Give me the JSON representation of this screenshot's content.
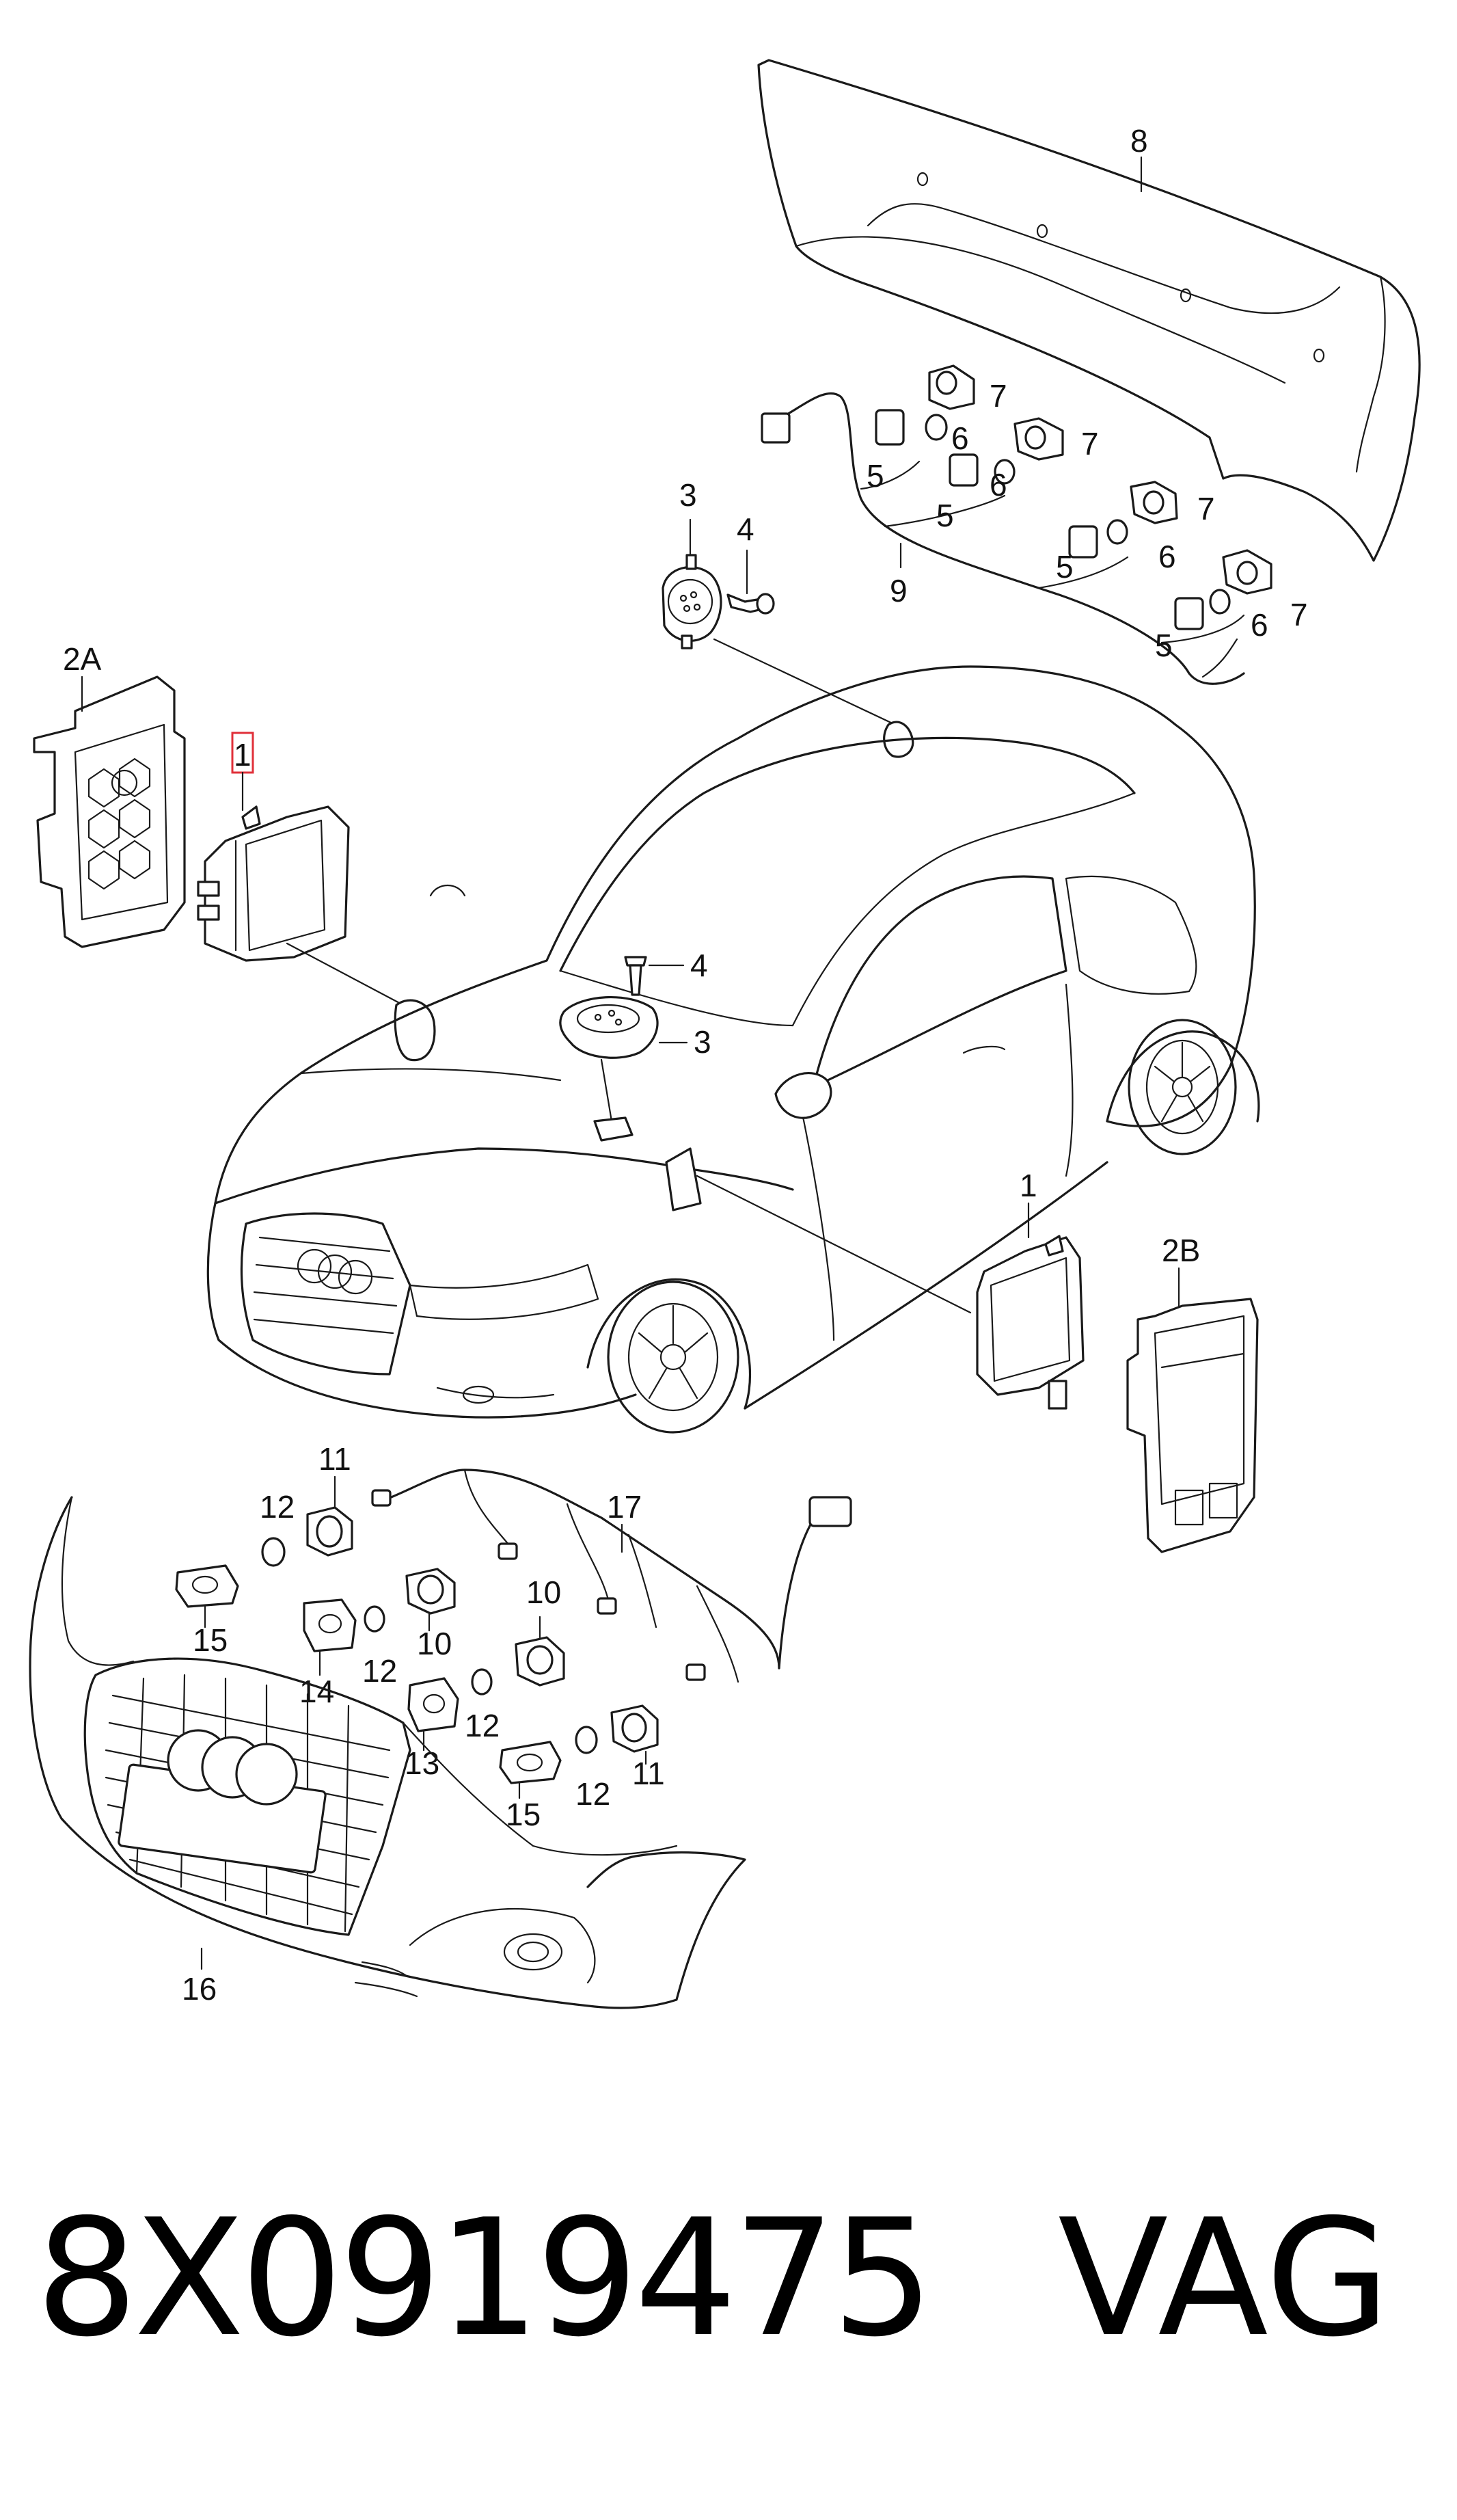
{
  "diagram": {
    "labels": {
      "rear_bumper": "8",
      "rear_sensor_bracket": "7",
      "rear_seal": "6",
      "rear_sensor": "5",
      "rear_harness": "9",
      "buzzer_rear": "3",
      "screw_rear": "4",
      "bracket_2a": "2A",
      "control_unit_highlight": "1",
      "screw_front": "4",
      "buzzer_front": "3",
      "control_unit_2": "1",
      "bracket_2b": "2B",
      "front_harness": "17",
      "front_bumper": "16",
      "sensor_11a": "11",
      "sensor_11b": "11",
      "seal_12a": "12",
      "seal_12b": "12",
      "seal_12c": "12",
      "seal_12d": "12",
      "bracket_15a": "15",
      "bracket_15b": "15",
      "sensor_10a": "10",
      "sensor_10b": "10",
      "bracket_14": "14",
      "bracket_13": "13"
    }
  },
  "footer": {
    "part_number": "8X0919475",
    "brand": "VAG"
  },
  "colors": {
    "line": "#1a1a1a",
    "highlight": "#e0303a",
    "background": "#ffffff"
  }
}
